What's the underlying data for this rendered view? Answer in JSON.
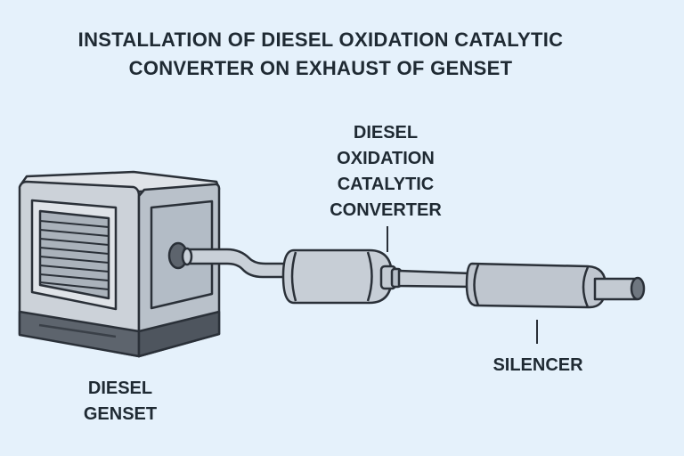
{
  "title": {
    "line1": "INSTALLATION OF DIESEL OXIDATION CATALYTIC",
    "line2": "CONVERTER ON EXHAUST OF GENSET"
  },
  "labels": {
    "converter": [
      "DIESEL",
      "OXIDATION",
      "CATALYTIC",
      "CONVERTER"
    ],
    "genset": [
      "DIESEL",
      "GENSET"
    ],
    "silencer": "SILENCER"
  },
  "colors": {
    "background": "#e5f1fb",
    "text": "#1f2a33",
    "metal": "#c3cad2",
    "dark": "#5a626c"
  }
}
